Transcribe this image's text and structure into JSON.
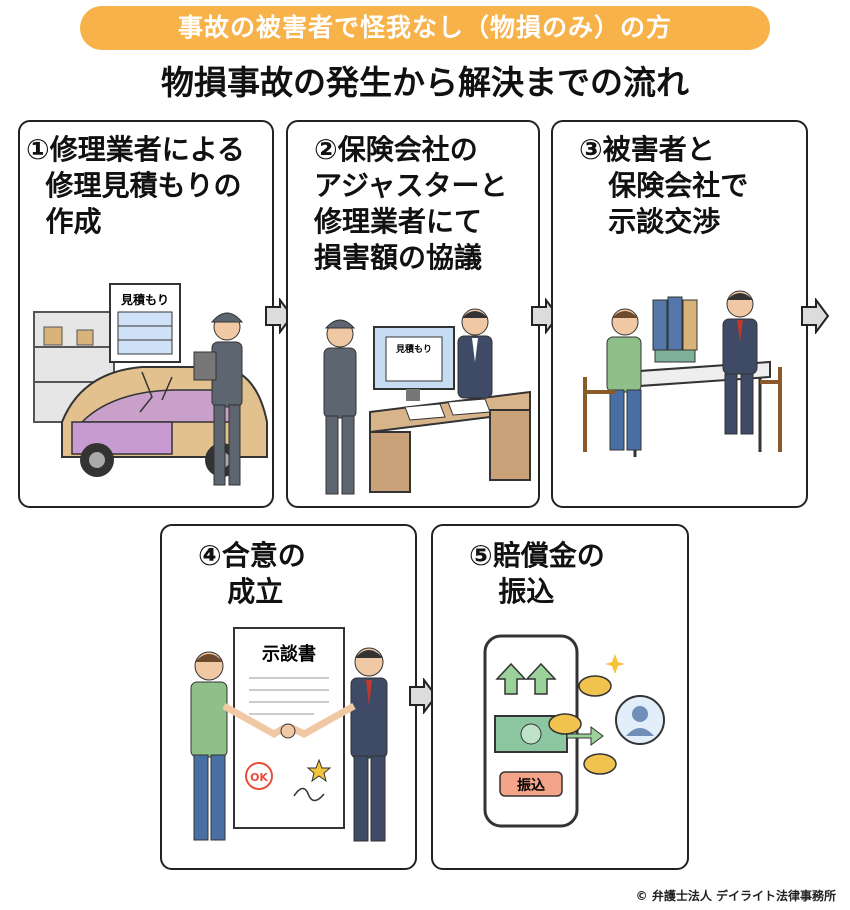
{
  "header": {
    "banner": "事故の被害者で怪我なし（物損のみ）の方",
    "title": "物損事故の発生から解決までの流れ"
  },
  "steps": [
    {
      "title": "①修理業者による\n  修理見積もりの\n  作成",
      "doc_label": "見積もり"
    },
    {
      "title": "②保険会社の\nアジャスターと\n修理業者にて\n損害額の協議",
      "doc_label": "見積もり"
    },
    {
      "title": "③被害者と\n   保険会社で\n   示談交渉"
    },
    {
      "title": "④合意の\n   成立",
      "doc_label": "示談書",
      "stamp_label": "OK"
    },
    {
      "title": "⑤賠償金の\n   振込",
      "button_label": "振込"
    }
  ],
  "copyright": "© 弁護士法人 デイライト法律事務所",
  "colors": {
    "banner": "#f7b24a",
    "arrow_fill": "#dcdcdc",
    "border": "#222222"
  }
}
